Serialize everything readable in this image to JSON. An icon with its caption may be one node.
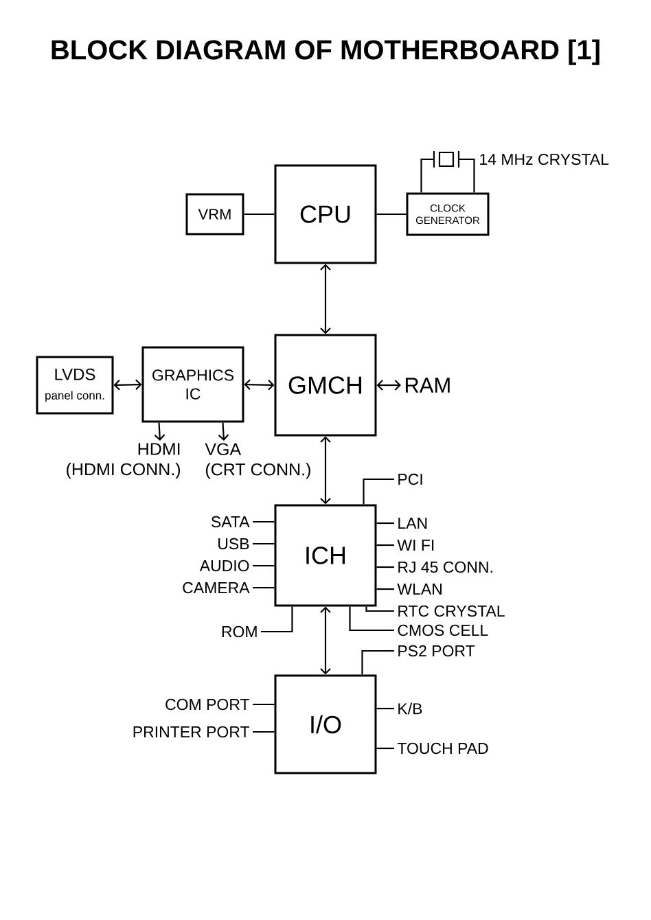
{
  "diagram": {
    "title": "BLOCK DIAGRAM OF MOTHERBOARD [1]",
    "nodes": [
      {
        "text": [],
        "shape": "picture",
        "beside": [
          "14 MHz CRYSTAL"
        ]
      },
      {
        "text": [
          "VRM"
        ]
      },
      {
        "text": [
          "CPU"
        ]
      },
      {
        "text": [
          "CLOCK GENERATOR"
        ]
      },
      {
        "text": [
          "LVDS",
          "panel conn."
        ]
      },
      {
        "text": [
          "GRAPHICS IC"
        ]
      },
      {
        "text": [
          "GMCH"
        ]
      },
      {
        "text": [
          "RAM"
        ]
      },
      {
        "text": [
          "HDMI",
          "(HDMI CONN.)"
        ]
      },
      {
        "text": [
          "VGA",
          "(CRT CONN.)"
        ]
      },
      {
        "text": [
          "PCI"
        ]
      },
      {
        "text": [
          "SATA"
        ]
      },
      {
        "text": [
          "ICH"
        ]
      },
      {
        "text": [
          "LAN"
        ]
      },
      {
        "text": [
          "USB"
        ]
      },
      {
        "text": [
          "WI FI"
        ]
      },
      {
        "text": [
          "AUDIO"
        ]
      },
      {
        "text": [
          "RJ 45 CONN."
        ]
      },
      {
        "text": [
          "CAMERA"
        ]
      },
      {
        "text": [
          "WLAN"
        ]
      },
      {
        "text": [
          "RTC CRYSTAL"
        ]
      },
      {
        "text": [
          "ROM"
        ]
      },
      {
        "text": [
          "CMOS CELL"
        ]
      },
      {
        "text": [
          "PS2 PORT"
        ]
      },
      {
        "text": [
          "COM PORT"
        ]
      },
      {
        "text": [
          "I/O"
        ]
      },
      {
        "text": [
          "K/B"
        ]
      },
      {
        "text": [
          "PRINTER PORT"
        ]
      },
      {
        "text": [
          "TOUCH PAD"
        ]
      }
    ],
    "edges": [
      {
        "from": 1,
        "to": 2,
        "arrow": "none"
      },
      {
        "from": 2,
        "to": 3,
        "arrow": "none"
      },
      {
        "from": 3,
        "to": 0,
        "arrow": "none"
      },
      {
        "from": 3,
        "to": 0,
        "arrow": "none"
      },
      {
        "from": 2,
        "to": 6,
        "arrow": "both"
      },
      {
        "from": 4,
        "to": 5,
        "arrow": "both"
      },
      {
        "from": 5,
        "to": 6,
        "arrow": "both"
      },
      {
        "from": 6,
        "to": 7,
        "arrow": "both"
      },
      {
        "from": 5,
        "to": 8,
        "arrow": "to"
      },
      {
        "from": 5,
        "to": 9,
        "arrow": "to"
      },
      {
        "from": 6,
        "to": 12,
        "arrow": "both"
      },
      {
        "from": 10,
        "to": 12,
        "arrow": "none"
      },
      {
        "from": 11,
        "to": 12,
        "arrow": "none"
      },
      {
        "from": 13,
        "to": 12,
        "arrow": "none"
      },
      {
        "from": 14,
        "to": 12,
        "arrow": "none"
      },
      {
        "from": 15,
        "to": 12,
        "arrow": "none"
      },
      {
        "from": 16,
        "to": 12,
        "arrow": "none"
      },
      {
        "from": 17,
        "to": 12,
        "arrow": "none"
      },
      {
        "from": 18,
        "to": 12,
        "arrow": "none"
      },
      {
        "from": 19,
        "to": 12,
        "arrow": "none"
      },
      {
        "from": 20,
        "to": 12,
        "arrow": "none"
      },
      {
        "from": 21,
        "to": 12,
        "arrow": "none"
      },
      {
        "from": 22,
        "to": 12,
        "arrow": "none"
      },
      {
        "from": 12,
        "to": 25,
        "arrow": "both"
      },
      {
        "from": 23,
        "to": 25,
        "arrow": "none"
      },
      {
        "from": 24,
        "to": 25,
        "arrow": "none"
      },
      {
        "from": 26,
        "to": 25,
        "arrow": "none"
      },
      {
        "from": 27,
        "to": 25,
        "arrow": "none"
      },
      {
        "from": 28,
        "to": 25,
        "arrow": "none"
      }
    ]
  }
}
